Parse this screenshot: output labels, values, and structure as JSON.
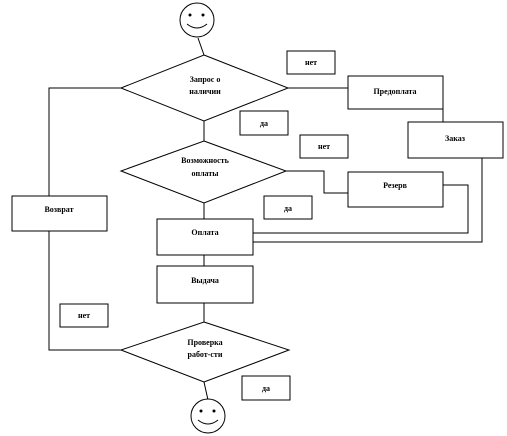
{
  "nodes": {
    "query": {
      "line1": "Запрос о",
      "line2": "наличии"
    },
    "payment_possible": {
      "line1": "Возможность",
      "line2": "оплаты"
    },
    "check": {
      "line1": "Проверка",
      "line2": "работ-сти"
    },
    "prepay": "Предоплата",
    "order": "Заказ",
    "reserve": "Резерв",
    "payment": "Оплата",
    "issue": "Выдача",
    "return": "Возврат"
  },
  "labels": {
    "no_query": "нет",
    "yes_query": "да",
    "no_payment": "нет",
    "yes_payment": "да",
    "no_check": "нет",
    "yes_check": "да"
  },
  "icons": {
    "start": "smiley-face-icon",
    "end": "smiley-face-icon"
  }
}
